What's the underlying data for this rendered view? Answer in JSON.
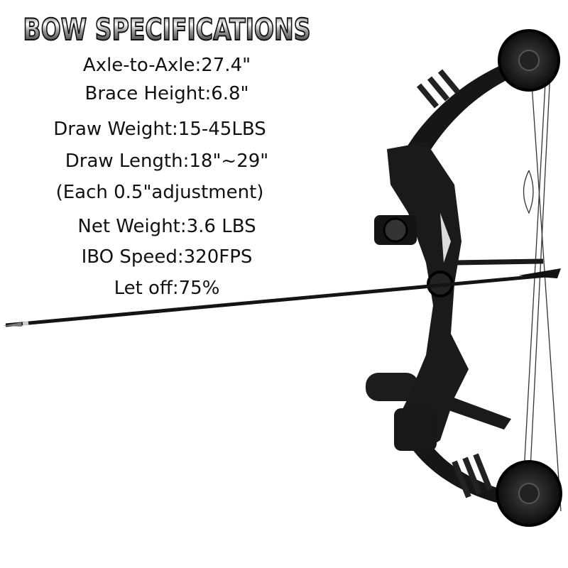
{
  "title": "BOW SPECIFICATIONS",
  "specs": [
    "Axle-to-Axle:27.4\"",
    "Brace Height:6.8\"",
    "Draw Weight:15-45LBS",
    "Draw Length:18\"~29\"",
    "(Each 0.5\"adjustment)",
    "Net Weight:3.6 LBS",
    "IBO Speed:320FPS",
    "Let off:75%"
  ],
  "colors": {
    "text": "#111111",
    "bow": "#151515",
    "background": "#ffffff"
  }
}
